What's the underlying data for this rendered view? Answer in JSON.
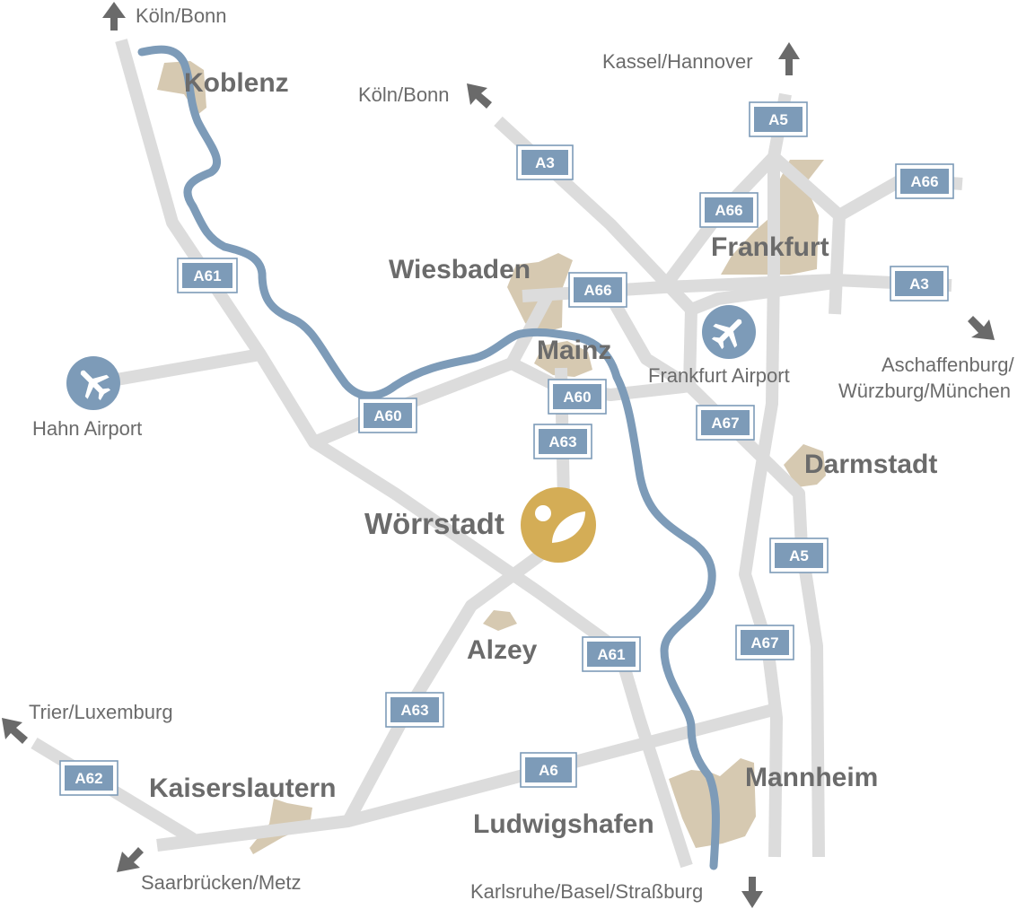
{
  "cities": {
    "koblenz": "Koblenz",
    "wiesbaden": "Wiesbaden",
    "mainz": "Mainz",
    "frankfurt": "Frankfurt",
    "darmstadt": "Darmstadt",
    "woerrstadt": "Wörrstadt",
    "alzey": "Alzey",
    "kaiserslautern": "Kaiserslautern",
    "ludwigshafen": "Ludwigshafen",
    "mannheim": "Mannheim"
  },
  "directions": {
    "koeln_bonn_west": "Köln/Bonn",
    "koeln_bonn_center": "Köln/Bonn",
    "kassel_hannover": "Kassel/Hannover",
    "aschaffenburg_line1": "Aschaffenburg/",
    "aschaffenburg_line2": "Würzburg/München",
    "trier_luxemburg": "Trier/Luxemburg",
    "saarbruecken_metz": "Saarbrücken/Metz",
    "karlsruhe_basel": "Karlsruhe/Basel/Straßburg"
  },
  "airports": {
    "hahn": "Hahn Airport",
    "frankfurt": "Frankfurt Airport"
  },
  "autobahns": {
    "a61_north": "A61",
    "a3_west": "A3",
    "a5_north": "A5",
    "a66_east": "A66",
    "a66_frankfurt": "A66",
    "a66_wiesbaden": "A66",
    "a3_east": "A3",
    "a60_west": "A60",
    "a60_mainz": "A60",
    "a63_north": "A63",
    "a67_north": "A67",
    "a5_south": "A5",
    "a67_south": "A67",
    "a61_south": "A61",
    "a63_south": "A63",
    "a6": "A6",
    "a62": "A62"
  },
  "colors": {
    "road": "#dcdcdc",
    "river": "#7d9bb8",
    "city_area": "#d6c9b1",
    "autobahn_sign": "#7d9bb8",
    "hq_marker": "#d4ad56",
    "text": "#6b6b6b",
    "arrow": "#6a6a6a"
  },
  "icons": {
    "airport": "airplane-icon",
    "hq": "leaf-logo-icon",
    "direction": "arrow-icon"
  }
}
